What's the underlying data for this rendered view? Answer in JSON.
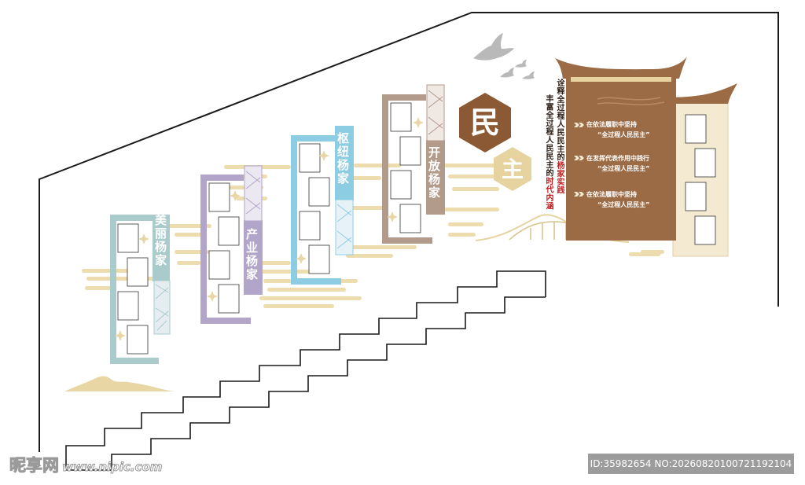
{
  "frames": [
    {
      "label": "美丽杨家",
      "color": "#a9cbcc"
    },
    {
      "label": "产业杨家",
      "color": "#b1a5c9"
    },
    {
      "label": "枢纽杨家",
      "color": "#8dcde3"
    },
    {
      "label": "开放杨家",
      "color": "#b39b8c"
    }
  ],
  "badge": {
    "char1": "民",
    "char2": "主",
    "color_dark": "#8b5a34",
    "color_light": "#e6d3a0"
  },
  "slogan": {
    "line1_prefix": "诠释全过程人民民主的",
    "line1_highlight": "杨家实践",
    "line2_prefix": "丰富全过程人民民主的",
    "line2_highlight": "时代内涵"
  },
  "board": {
    "color": "#9b6b45",
    "items": [
      {
        "line1": "在依法履职中坚持",
        "line2": "“全过程人民民主”"
      },
      {
        "line1": "在发挥代表作用中践行",
        "line2": "“全过程人民民主”"
      },
      {
        "line1": "在依法履职中坚持",
        "line2": "“全过程人民民主”"
      }
    ]
  },
  "colors": {
    "cloud": "#ecdcae",
    "outline": "#1a1a1a",
    "bird": "#b9b9b9"
  },
  "watermark": {
    "left_brand": "昵享网",
    "left_url": "www.nipic.com",
    "right_id": "ID:35982654 NO:20260820100721192104"
  }
}
